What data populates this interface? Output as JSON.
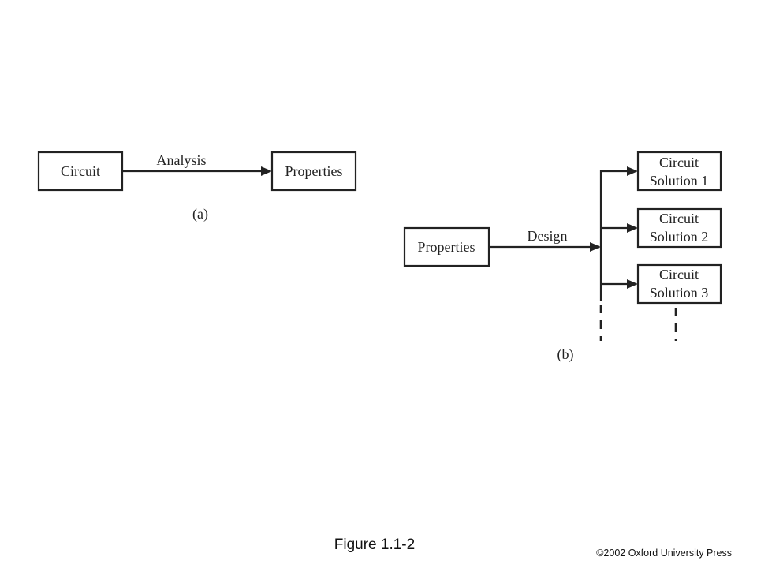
{
  "diagram_a": {
    "source_box": "Circuit",
    "arrow_label": "Analysis",
    "target_box": "Properties",
    "caption": "(a)"
  },
  "diagram_b": {
    "source_box": "Properties",
    "arrow_label": "Design",
    "solutions": [
      {
        "line1": "Circuit",
        "line2": "Solution 1"
      },
      {
        "line1": "Circuit",
        "line2": "Solution 2"
      },
      {
        "line1": "Circuit",
        "line2": "Solution 3"
      }
    ],
    "caption": "(b)"
  },
  "figure_label": "Figure 1.1-2",
  "copyright": "©2002 Oxford University Press"
}
